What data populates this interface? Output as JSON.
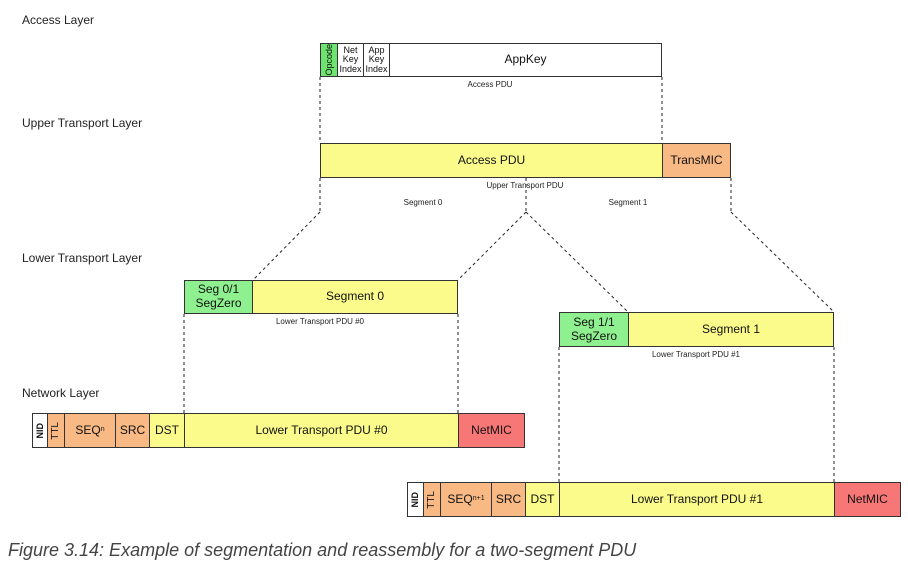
{
  "layers": {
    "access": "Access Layer",
    "upper_transport": "Upper Transport Layer",
    "lower_transport": "Lower Transport Layer",
    "network": "Network Layer"
  },
  "access_pdu": {
    "opcode": "Opcode",
    "net_key_index": "Net Key Index",
    "app_key_index": "App Key Index",
    "appkey": "AppKey",
    "caption": "Access PDU"
  },
  "upper_pdu": {
    "access_pdu": "Access PDU",
    "transmic": "TransMIC",
    "caption": "Upper Transport PDU",
    "segment0": "Segment 0",
    "segment1": "Segment 1"
  },
  "lower_pdu0": {
    "seg_header": "Seg 0/1 SegZero",
    "segment": "Segment 0",
    "caption": "Lower Transport PDU #0"
  },
  "lower_pdu1": {
    "seg_header": "Seg 1/1 SegZero",
    "segment": "Segment 1",
    "caption": "Lower Transport PDU #1"
  },
  "network_pdu0": {
    "nid": "NID",
    "ttl": "TTL",
    "seq": "SEQ",
    "seq_sub": "n",
    "src": "SRC",
    "dst": "DST",
    "payload": "Lower Transport PDU #0",
    "netmic": "NetMIC"
  },
  "network_pdu1": {
    "nid": "NID",
    "ttl": "TTL",
    "seq": "SEQ",
    "seq_sub": "n+1",
    "src": "SRC",
    "dst": "DST",
    "payload": "Lower Transport PDU #1",
    "netmic": "NetMIC"
  },
  "caption": "Figure 3.14: Example of segmentation and reassembly for a two-segment PDU",
  "colors": {
    "yellow": "#fbfb8c",
    "green": "#6fe36f",
    "orange": "#f8b984",
    "red": "#f77777"
  }
}
